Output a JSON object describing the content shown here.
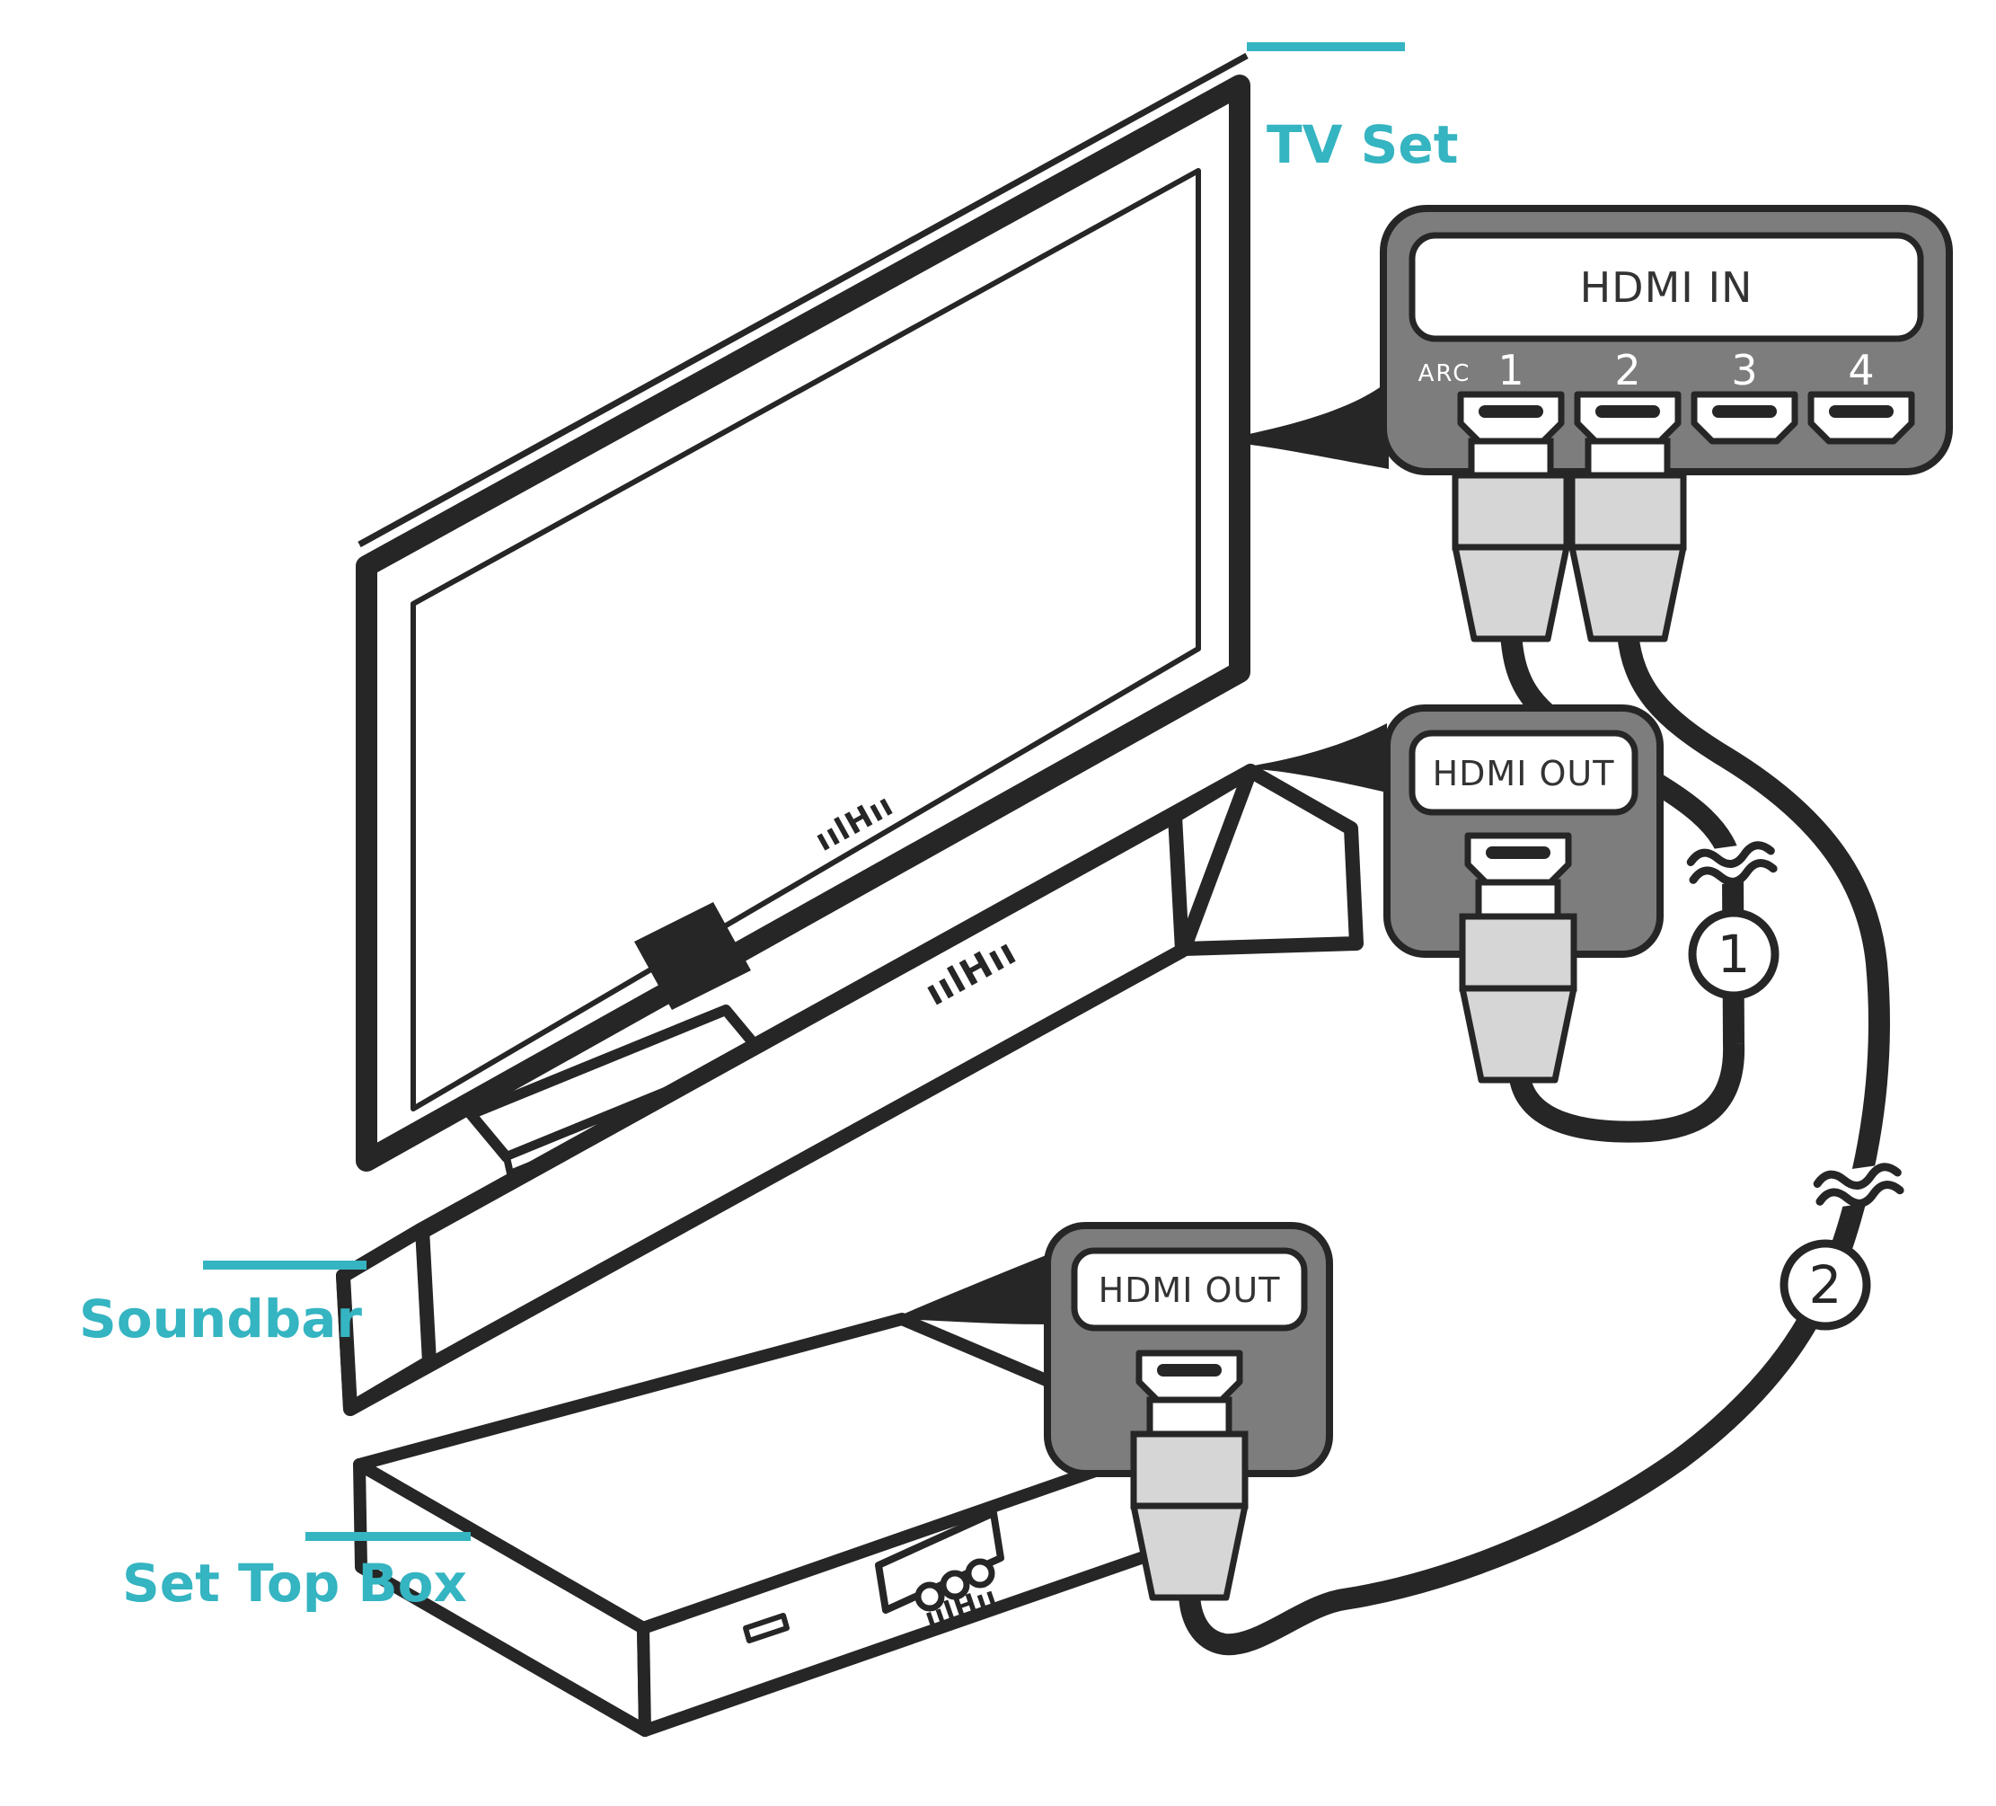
{
  "labels": {
    "tv_set": "TV Set",
    "soundbar": "Soundbar",
    "set_top_box": "Set Top Box"
  },
  "hdmi_in": {
    "title": "HDMI IN",
    "arc": "ARC",
    "ports": [
      "1",
      "2",
      "3",
      "4"
    ]
  },
  "outputs": {
    "soundbar": {
      "title": "HDMI OUT"
    },
    "set_top_box": {
      "title": "HDMI OUT"
    }
  },
  "cables": {
    "cable1_badge": "1",
    "cable2_badge": "2"
  },
  "logo": {
    "mark": "ıılHıı"
  },
  "colors": {
    "accent": "#35b4c1",
    "panel_gray": "#7d7d7d",
    "plug_gray": "#d6d6d6",
    "line_ink": "#262626"
  }
}
